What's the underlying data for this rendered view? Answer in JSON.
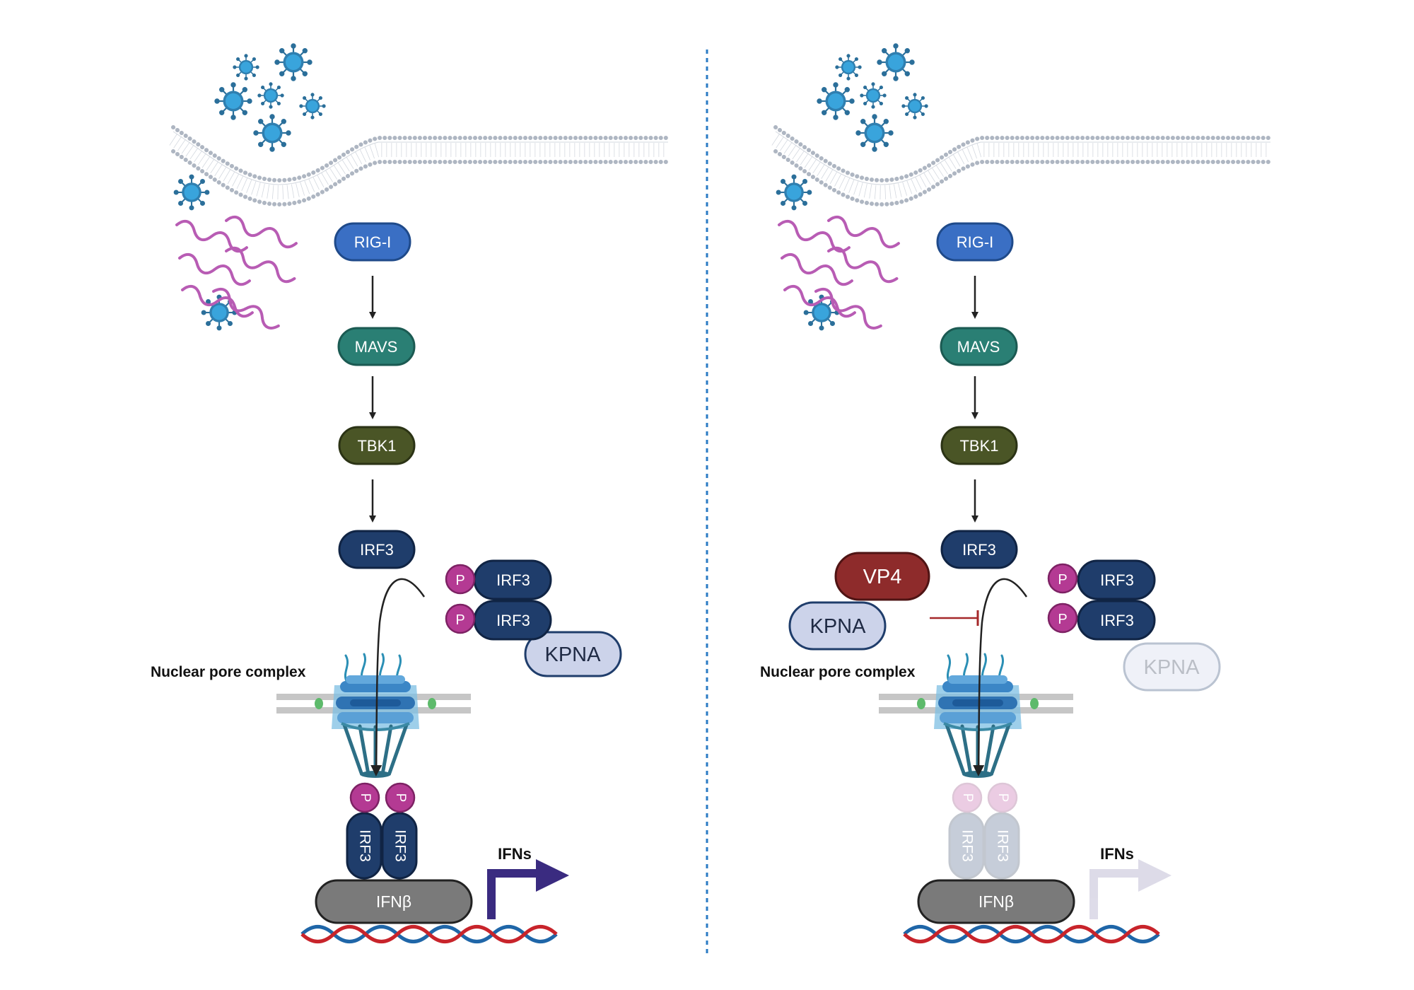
{
  "left": {
    "rigi": "RIG-I",
    "mavs": "MAVS",
    "tbk1": "TBK1",
    "irf3": "IRF3",
    "phospho": "P",
    "irf3_p1": "IRF3",
    "irf3_p2": "IRF3",
    "kpna": "KPNA",
    "npc_label": "Nuclear pore complex",
    "dimer_irf3_a": "IRF3",
    "dimer_irf3_b": "IRF3",
    "ifnb": "IFNβ",
    "ifns": "IFNs"
  },
  "right": {
    "rigi": "RIG-I",
    "mavs": "MAVS",
    "tbk1": "TBK1",
    "irf3": "IRF3",
    "vp4": "VP4",
    "kpna_bound": "KPNA",
    "phospho": "P",
    "irf3_p1": "IRF3",
    "irf3_p2": "IRF3",
    "kpna_faded": "KPNA",
    "npc_label": "Nuclear pore complex",
    "dimer_irf3_a": "IRF3",
    "dimer_irf3_b": "IRF3",
    "ifnb": "IFNβ",
    "ifns": "IFNs"
  },
  "colors": {
    "rigi": "#3a6fc4",
    "mavs": "#2a7f74",
    "tbk1": "#4a5526",
    "irf3": "#1f3d6b",
    "phospho": "#b43a93",
    "kpna": "#ccd3ea",
    "vp4": "#8e2b2b",
    "virus": "#2b8fc1",
    "rna": "#b85cb4",
    "ifnb": "#7a7a7a",
    "arrow_ifn": "#3a2b80",
    "dna_red": "#c8242b",
    "dna_blue": "#1f66a8",
    "divider": "#2b7bc4",
    "inhibit": "#a5282a"
  },
  "icons": [
    "virus-icon",
    "rna-strand-icon",
    "lipid-bilayer-icon",
    "nuclear-pore-complex-icon",
    "dna-helix-icon",
    "transcription-arrow-icon",
    "inhibition-bar-icon"
  ]
}
